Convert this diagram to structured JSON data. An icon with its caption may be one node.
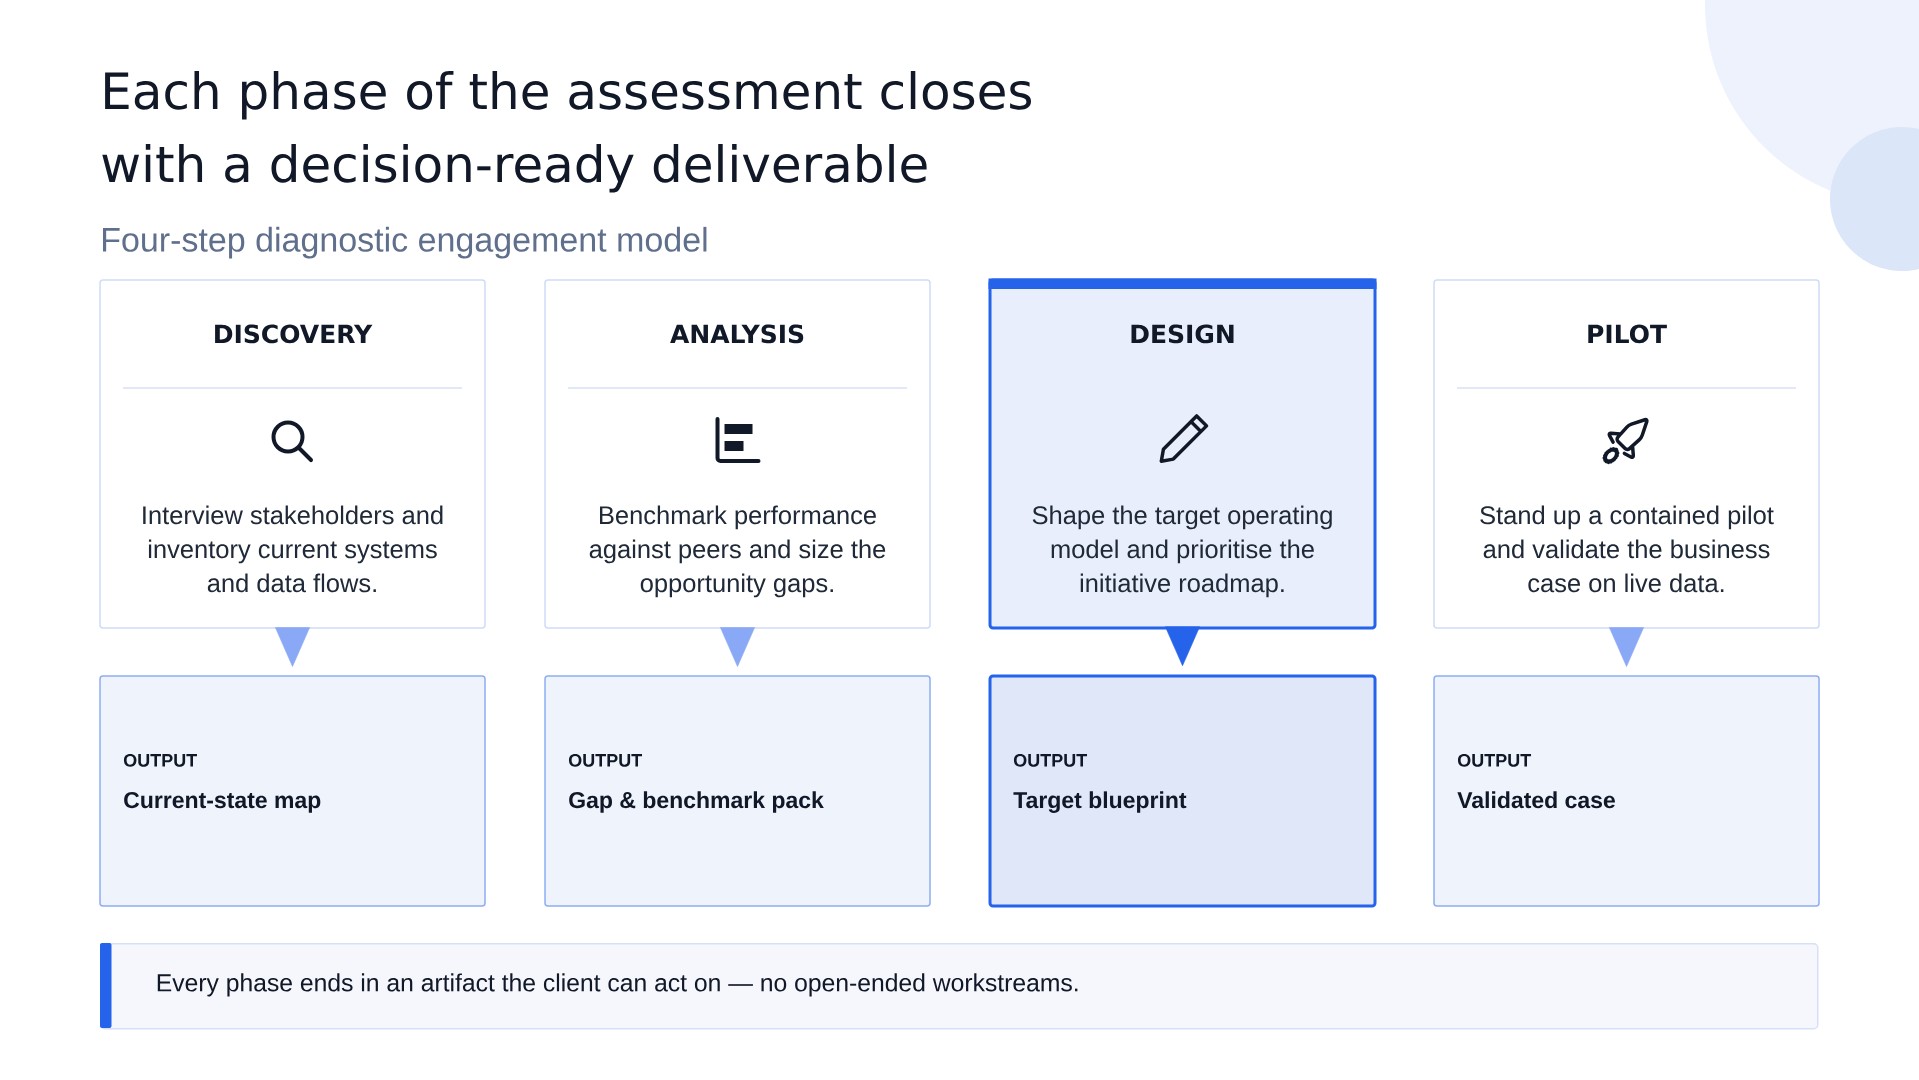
{
  "diagram": {
    "title": "Each phase of the assessment closes with a decision-ready deliverable",
    "nodes": [
      {
        "text": [
          "DISCOVERY",
          "Interview stakeholders and inventory current systems and data flows."
        ]
      },
      {
        "text": [
          "ANALYSIS",
          "Benchmark performance against peers and size the opportunity gaps."
        ]
      },
      {
        "text": [
          "DESIGN",
          "Shape the target operating model and prioritise the initiative roadmap."
        ]
      },
      {
        "text": [
          "PILOT",
          "Stand up a contained pilot and validate the business case on live data."
        ]
      },
      {
        "text": [
          "OUTPUT",
          "Current-state map"
        ]
      },
      {
        "text": [
          "OUTPUT",
          "Gap & benchmark pack"
        ]
      },
      {
        "text": [
          "OUTPUT",
          "Target blueprint"
        ]
      },
      {
        "text": [
          "OUTPUT",
          "Validated case"
        ]
      },
      {
        "text": [
          "Every phase ends in an artifact the client can act on — no open-ended workstreams."
        ]
      }
    ],
    "edges": [
      {
        "from": 0,
        "to": 4,
        "arrow": "to"
      },
      {
        "from": 1,
        "to": 5,
        "arrow": "to"
      },
      {
        "from": 2,
        "to": 6,
        "arrow": "to",
        "color": "#2563eb"
      },
      {
        "from": 3,
        "to": 7,
        "arrow": "to"
      }
    ],
    "labels": [
      "Four-step diagnostic engagement model"
    ]
  }
}
